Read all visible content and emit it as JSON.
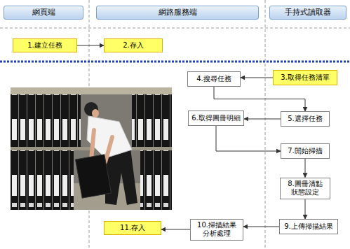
{
  "diagram": {
    "nodes": [
      {
        "text": [
          "網頁端"
        ]
      },
      {
        "text": [
          "網路服務端"
        ]
      },
      {
        "text": [
          "手持式讀取器"
        ]
      },
      {
        "text": [
          "1.建立任務"
        ]
      },
      {
        "text": [
          "2.存入"
        ]
      },
      {
        "text": [
          "3.取得任務清單"
        ]
      },
      {
        "text": [
          "4.搜尋任務"
        ]
      },
      {
        "text": [
          "5.選擇任務"
        ]
      },
      {
        "text": [
          "6.取得圖冊明細"
        ]
      },
      {
        "text": [
          "7.開始掃描"
        ]
      },
      {
        "text": [
          "8.圖冊清點 狀態設定"
        ]
      },
      {
        "text": [
          "9.上傳掃描結果"
        ]
      },
      {
        "text": [
          "10.掃描結果 分析處理"
        ]
      },
      {
        "text": [
          "11.存入"
        ]
      }
    ],
    "edges": [
      {
        "from": 3,
        "to": 4,
        "arrow": "to"
      },
      {
        "from": 5,
        "to": 6,
        "arrow": "to"
      },
      {
        "from": 6,
        "to": 7,
        "arrow": "to"
      },
      {
        "from": 7,
        "to": 8,
        "arrow": "to"
      },
      {
        "from": 8,
        "to": 9,
        "arrow": "to"
      },
      {
        "from": 9,
        "to": 10,
        "arrow": "to"
      },
      {
        "from": 10,
        "to": 11,
        "arrow": "to"
      },
      {
        "from": 11,
        "to": 12,
        "arrow": "to"
      },
      {
        "from": 12,
        "to": 13,
        "arrow": "to"
      }
    ]
  }
}
